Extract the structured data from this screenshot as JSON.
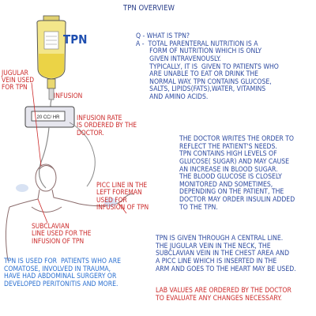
{
  "title": "TPN OVERVIEW",
  "illustration": {
    "bag_label": "TPN",
    "pump_display": "20 CC/ HR",
    "jugular_label": "JUGULAR\nVEIN USED\nFOR TPN",
    "infusion_label": "INFUSION",
    "rate_label": "INFUSION RATE\nIS ORDERED BY THE\nDOCTOR.",
    "picc_label": "PICC LINE IN THE\nLEFT FOREMAN\nUSED FOR\nINFUSION OF TPN",
    "subclavian_label": "SUBCLAVIAN\nLINE USED FOR THE\nINFUSION OF TPN",
    "colors": {
      "bag": "#f3e68a",
      "bag_fluid": "#e9cf3a",
      "patient_outline": "#8a6b6b",
      "label_red": "#cc2a2a",
      "text_blue": "#2d4aa0"
    }
  },
  "qa": "Q - WHAT IS TPN?\nA -  TOTAL PARENTERAL NUTRITION IS A\n       FORM OF NUTRITION WHICH IS ONLY\n       GIVEN INTRAVENOUSLY.\n       TYPICALLY, IT IS  GIVEN TO PATIENTS WHO\n       ARE UNABLE TO EAT OR DRINK THE\n       NORMAL WAY. TPN CONTAINS GLUCOSE,\n       SALTS, LIPIDS(FATS),WATER, VITAMINS\n       AND AMINO ACIDS.",
  "doctor_paragraph": "THE DOCTOR WRITES THE ORDER TO\nREFLECT THE PATIENT'S NEEDS.\nTPN CONTAINS HIGH LEVELS OF\nGLUCOSE( SUGAR) AND MAY CAUSE\nAN INCREASE IN BLOOD SUGAR.\nTHE BLOOD GLUCOSE IS CLOSELY\nMONITORED AND SOMETIMES,\nDEPENDING ON THE PATIENT, THE\nDOCTOR MAY ORDER INSULIN ADDED\nTO THE TPN.",
  "central_line_paragraph": "TPN IS GIVEN THROUGH A CENTRAL LINE.\nTHE JUGULAR VEIN IN THE NECK, THE\nSUBCLAVIAN VEIN IN THE CHEST AREA AND\nA PICC LINE WHICH IS INSERTED IN THE\nARM AND GOES TO THE HEART MAY BE USED.",
  "lab_paragraph": "LAB VALUES ARE ORDERED BY THE DOCTOR\nTO EVALUATE ANY CHANGES NECESSARY.",
  "used_for_paragraph": "TPN IS USED FOR  PATIENTS WHO ARE\nCOMATOSE, INVOLVED IN TRAUMA,\nHAVE HAD ABDOMINAL SURGERY OR\nDEVELOPED PERITONITIS AND MORE."
}
